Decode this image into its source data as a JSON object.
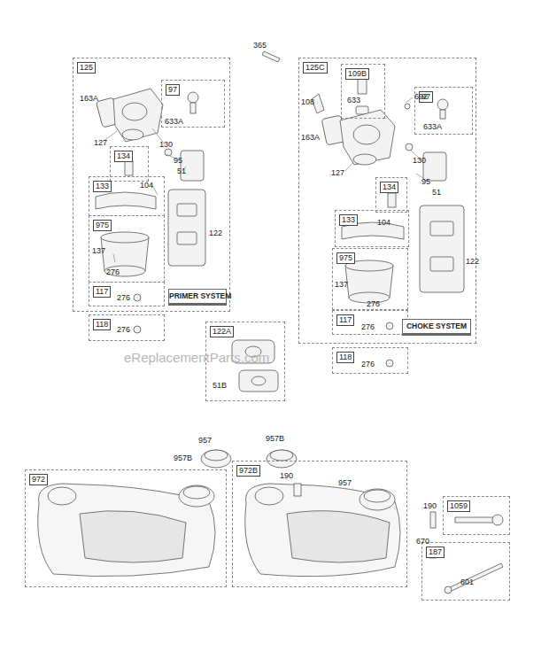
{
  "diagram": {
    "nodes": [
      {
        "text": [
          "125"
        ]
      },
      {
        "text": [
          "97"
        ],
        "in": 0
      },
      {
        "text": [
          "134"
        ],
        "in": 0
      },
      {
        "text": [
          "133"
        ],
        "in": 0
      },
      {
        "text": [
          "975"
        ],
        "in": 0
      },
      {
        "text": [
          "117"
        ],
        "in": 0
      },
      {
        "text": [
          "PRIMER SYSTEM"
        ],
        "in": 0
      },
      {
        "text": [
          "118"
        ]
      },
      {
        "text": [
          "125C"
        ]
      },
      {
        "text": [
          "109B"
        ],
        "in": 8
      },
      {
        "text": [
          "97"
        ],
        "in": 8
      },
      {
        "text": [
          "134"
        ],
        "in": 8
      },
      {
        "text": [
          "133"
        ],
        "in": 8
      },
      {
        "text": [
          "975"
        ],
        "in": 8
      },
      {
        "text": [
          "117"
        ],
        "in": 8
      },
      {
        "text": [
          "CHOKE SYSTEM"
        ],
        "in": 8
      },
      {
        "text": [
          "118"
        ]
      },
      {
        "text": [
          "122A"
        ]
      },
      {
        "text": [
          "972"
        ]
      },
      {
        "text": [
          "972B"
        ]
      },
      {
        "text": [
          "1059"
        ]
      },
      {
        "text": [
          "187"
        ]
      }
    ],
    "labels": [
      "365",
      "163A",
      "633A",
      "127",
      "130",
      "95",
      "51",
      "104",
      "122",
      "137",
      "276",
      "276",
      "276",
      "108",
      "633",
      "692",
      "633A",
      "163A",
      "127",
      "130",
      "95",
      "51",
      "104",
      "122",
      "137",
      "276",
      "276",
      "276",
      "51B",
      "957",
      "957B",
      "957B",
      "190",
      "957",
      "190",
      "670",
      "601",
      "eReplacementParts.com"
    ]
  }
}
